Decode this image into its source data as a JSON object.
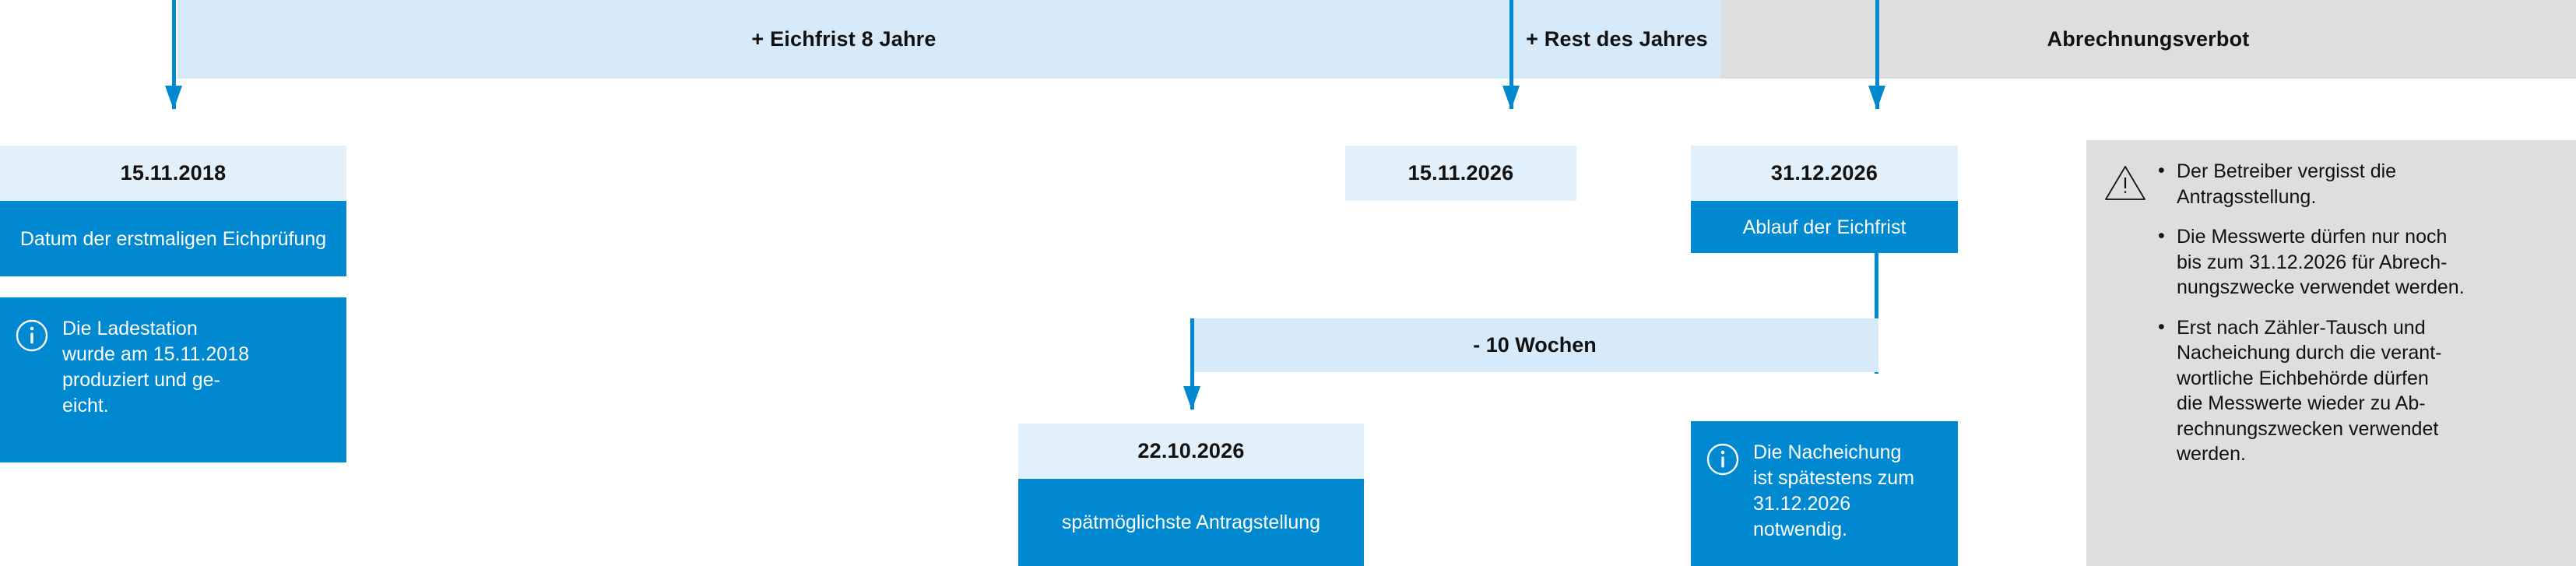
{
  "timeline": {
    "bands": [
      {
        "label": "+ Eichfrist 8 Jahre",
        "style": "blue"
      },
      {
        "label": "+ Rest des Jahres",
        "style": "blue"
      },
      {
        "label": "Abrechnungsverbot",
        "style": "grey"
      }
    ],
    "measure": {
      "label": "- 10 Wochen"
    },
    "events": [
      {
        "date": "15.11.2018",
        "body": "Datum der erstmaligen\nEichprüfung"
      },
      {
        "date": "15.11.2026",
        "body": ""
      },
      {
        "date": "31.12.2026",
        "body": "Ablauf der Eichfrist"
      },
      {
        "date": "22.10.2026",
        "body": "spätmöglichste\nAntragstellung"
      }
    ]
  },
  "callouts": [
    {
      "icon": "info-icon",
      "text": "Die Ladestation\nwurde am 15.11.2018\nproduziert und ge-\neicht."
    },
    {
      "icon": "info-icon",
      "text": "Die Nacheichung\nist spätestens zum\n31.12.2026 notwendig."
    }
  ],
  "warning": {
    "icon": "warning-triangle-icon",
    "items": [
      "Der Betreiber vergisst die\nAntragsstellung.",
      "Die Messwerte dürfen nur noch\nbis zum 31.12.2026 für Abrech-\nnungszwecke verwendet werden.",
      "Erst nach Zähler-Tausch und\nNacheichung durch die verant-\nwortliche Eichbehörde dürfen\ndie Messwerte wieder zu Ab-\nrechnungszwecken verwendet\nwerden."
    ]
  },
  "colors": {
    "accent": "#0089d0",
    "band_blue": "#d6eafa",
    "card_date_blue": "#e2f0fc",
    "panel_grey": "#dededf",
    "text_dark": "#111111",
    "text_light": "#ffffff"
  }
}
